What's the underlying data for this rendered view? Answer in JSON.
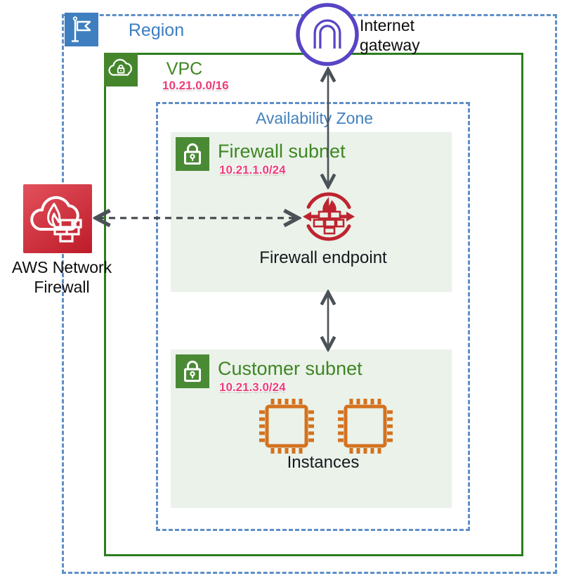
{
  "region": {
    "label": "Region"
  },
  "vpc": {
    "label": "VPC",
    "cidr": "10.21.0.0/16"
  },
  "availability_zone": {
    "label": "Availability Zone"
  },
  "internet_gateway": {
    "label": "Internet gateway"
  },
  "firewall_subnet": {
    "label": "Firewall subnet",
    "cidr": "10.21.1.0/24"
  },
  "firewall_endpoint": {
    "label": "Firewall endpoint"
  },
  "customer_subnet": {
    "label": "Customer subnet",
    "cidr": "10.21.3.0/24"
  },
  "instances": {
    "label": "Instances",
    "count": 2
  },
  "network_firewall": {
    "label": "AWS Network Firewall"
  },
  "connections": [
    {
      "from": "internet-gateway",
      "to": "firewall-endpoint",
      "style": "solid",
      "bidirectional": true
    },
    {
      "from": "firewall-endpoint",
      "to": "customer-subnet",
      "style": "solid",
      "bidirectional": true
    },
    {
      "from": "aws-network-firewall",
      "to": "firewall-endpoint",
      "style": "dashed",
      "bidirectional": true
    }
  ],
  "colors": {
    "region_blue": "#3E7DC1",
    "dashed_border_blue": "#5E8FC7",
    "vpc_border_green": "#2C7D1C",
    "label_green": "#3F8624",
    "icon_green": "#4A8A35",
    "subnet_bg": "#EAF2E9",
    "cidr_pink": "#ED3B7A",
    "igw_purple": "#5745C5",
    "endpoint_red": "#BE2430",
    "firewall_red": "#C7202C",
    "instance_orange": "#D4711F",
    "arrow_gray": "#4A5157",
    "flag_blue": "#3F7FBF"
  }
}
